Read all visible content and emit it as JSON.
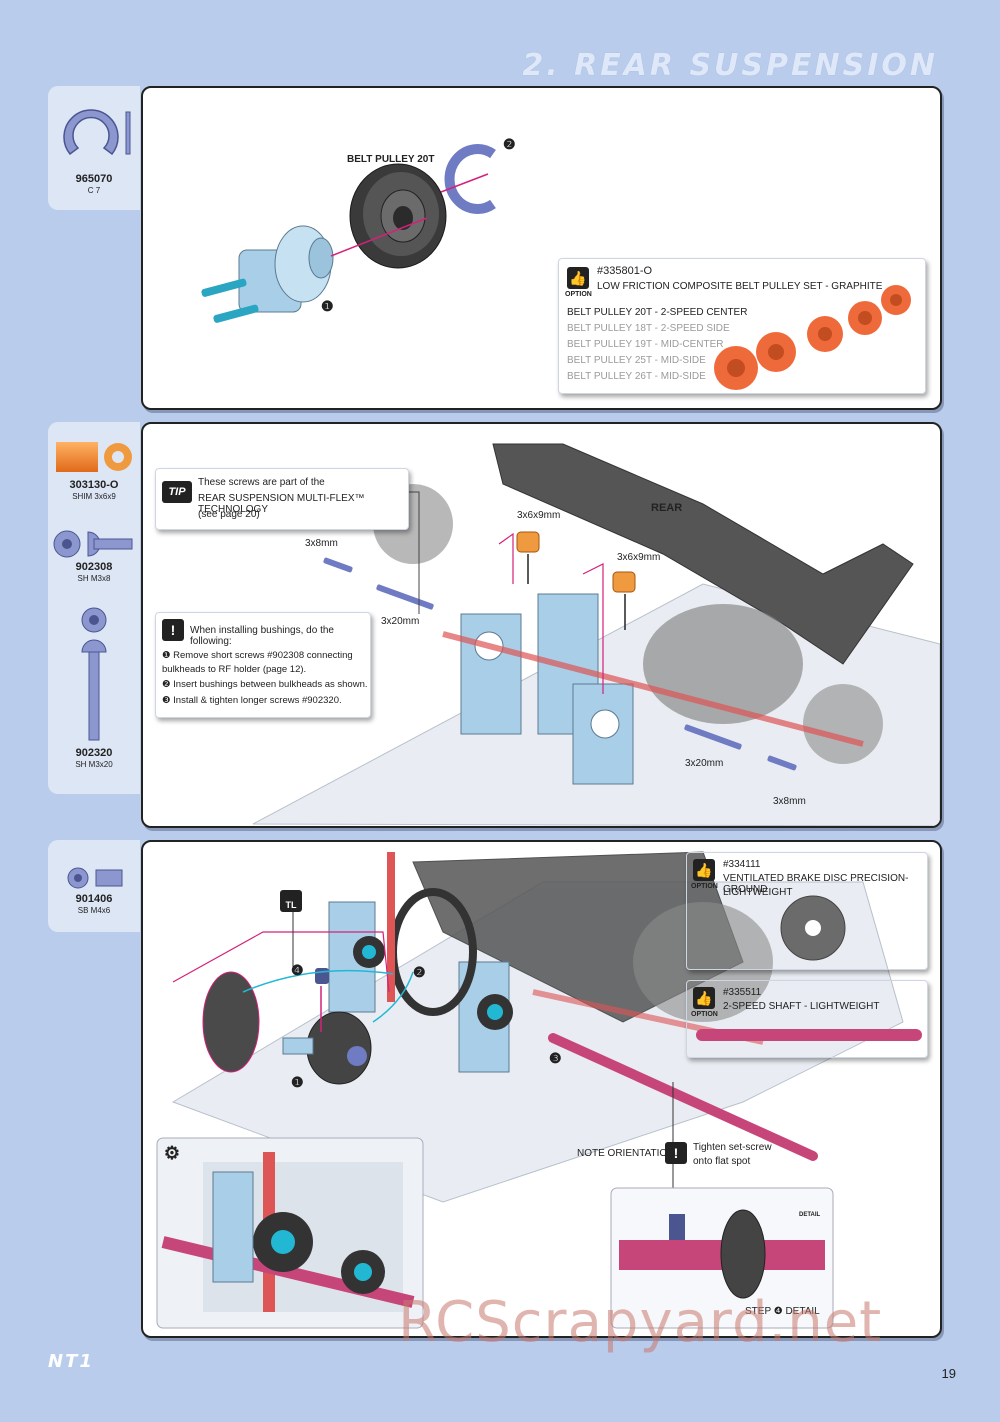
{
  "header": {
    "section_title": "2. REAR SUSPENSION"
  },
  "sidebar1": {
    "parts": [
      {
        "code": "965070",
        "desc": "C 7"
      }
    ]
  },
  "sidebar2": {
    "parts": [
      {
        "code": "303130-O",
        "desc": "SHIM 3x6x9"
      },
      {
        "code": "902308",
        "desc": "SH M3x8"
      },
      {
        "code": "902320",
        "desc": "SH M3x20"
      }
    ]
  },
  "sidebar3": {
    "parts": [
      {
        "code": "901406",
        "desc": "SB M4x6"
      }
    ]
  },
  "step1": {
    "belt_pulley_label": "BELT PULLEY 20T",
    "callout_1": "❶",
    "callout_2": "❷",
    "option": {
      "badge": "OPTION",
      "part_no": "#335801-O",
      "title": "LOW FRICTION COMPOSITE BELT PULLEY SET - GRAPHITE",
      "items": [
        "BELT PULLEY 20T - 2-SPEED CENTER",
        "BELT PULLEY 18T - 2-SPEED SIDE",
        "BELT PULLEY 19T - MID-CENTER",
        "BELT PULLEY 25T - MID-SIDE",
        "BELT PULLEY 26T - MID-SIDE"
      ]
    }
  },
  "step2": {
    "tip": {
      "badge": "TIP",
      "line1": "These screws are part of the",
      "line2": "REAR SUSPENSION MULTI-FLEX™ TECHNOLOGY",
      "line3": "(see page 20)"
    },
    "rear_label": "REAR",
    "labels": {
      "shim_a": "3x6x9mm",
      "shim_b": "3x6x9mm",
      "screw_a": "3x8mm",
      "screw_b": "3x20mm",
      "screw_c": "3x20mm",
      "screw_d": "3x8mm"
    },
    "warning": {
      "title": "When installing bushings, do the following:",
      "step1": "❶ Remove short screws #902308 connecting bulkheads to RF holder (page 12).",
      "step2": "❷ Insert bushings between bulkheads as shown.",
      "step3": "❸ Install & tighten longer screws #902320."
    }
  },
  "step3": {
    "callout_1": "❶",
    "callout_2": "❷",
    "callout_3": "❸",
    "callout_4": "❹",
    "tl_badge": "TL",
    "option_disc": {
      "badge": "OPTION",
      "part_no": "#334111",
      "line1": "VENTILATED BRAKE DISC PRECISION-GROUND",
      "line2": "LIGHTWEIGHT"
    },
    "option_shaft": {
      "badge": "OPTION",
      "part_no": "#335511",
      "title": "2-SPEED SHAFT - LIGHTWEIGHT"
    },
    "note_orientation": "NOTE ORIENTATION",
    "setscrew_line1": "Tighten set-screw",
    "setscrew_line2": "onto flat spot",
    "detail_badge": "DETAIL",
    "detail_label": "STEP ❹ DETAIL"
  },
  "footer": {
    "logo": "NT1",
    "page_number": "19",
    "watermark": "RCScrapyard.net"
  }
}
